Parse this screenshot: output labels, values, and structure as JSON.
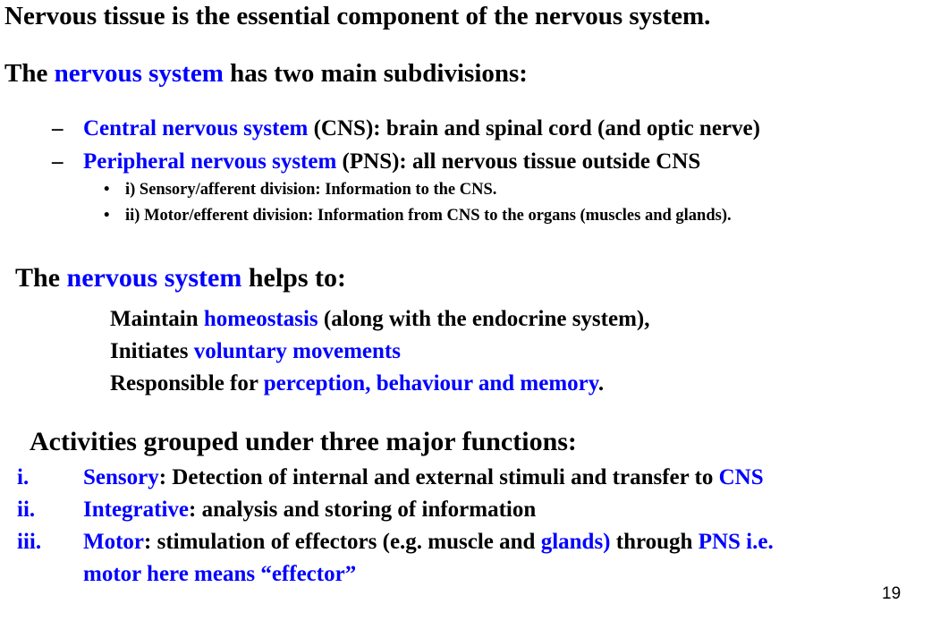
{
  "colors": {
    "accent": "#0000ff",
    "text": "#000000"
  },
  "intro": "Nervous tissue is the essential component of the nervous system.",
  "subdivisions": {
    "pre": "The ",
    "hl": "nervous system",
    "post": " has two main subdivisions:"
  },
  "cns": {
    "marker": "–",
    "hl": "Central nervous system",
    "post": " (CNS): brain and spinal cord (and optic nerve)"
  },
  "pns": {
    "marker": "–",
    "hl": "Peripheral nervous system",
    "post": " (PNS): all nervous tissue outside CNS"
  },
  "pns_items": [
    {
      "marker": "•",
      "text": "i) Sensory/afferent division: Information to the CNS."
    },
    {
      "marker": "•",
      "text": "ii) Motor/efferent division: Information from CNS to the organs (muscles and glands)."
    }
  ],
  "helps": {
    "pre": "The ",
    "hl": "nervous system",
    "post": " helps to:"
  },
  "helps_items": [
    {
      "pre": "Maintain ",
      "hl": "homeostasis",
      "post": " (along with the endocrine system),"
    },
    {
      "pre": "Initiates ",
      "hl": "voluntary movements",
      "post": ""
    },
    {
      "pre": "Responsible for ",
      "hl": "perception, behaviour and memory",
      "post": "."
    }
  ],
  "activities": {
    "heading": "Activities grouped under three major functions:",
    "items": [
      {
        "num": "i.",
        "hl": "Sensory",
        "post": ": Detection of internal and external stimuli and transfer to ",
        "hl2": "CNS"
      },
      {
        "num": "ii.",
        "hl": "Integrative",
        "post": ": analysis and storing of information"
      },
      {
        "num": "iii.",
        "hl": "Motor",
        "post": ": stimulation of effectors (e.g. muscle and ",
        "hl2": "glands)",
        "post2": " through ",
        "hl3": "PNS i.e.",
        "cont": "motor here means “effector”"
      }
    ]
  },
  "page_number": "19"
}
